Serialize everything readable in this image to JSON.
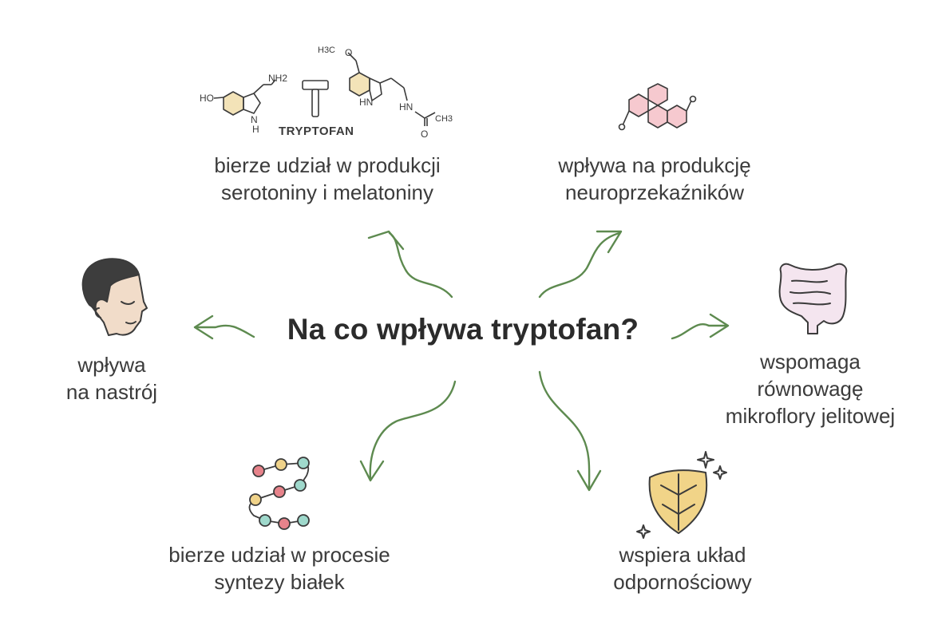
{
  "diagram": {
    "title": "Na co wpływa tryptofan?",
    "molecule_caption": "TRYPTOFAN",
    "chem_labels": {
      "ho": "HO",
      "nh2": "NH2",
      "nh_ring": "N",
      "h_ring": "H",
      "h3c": "H3C",
      "o_methoxy": "O",
      "hn_ring": "HN",
      "hn_amide": "HN",
      "ch3": "CH3",
      "o_carbonyl": "O"
    },
    "nodes": [
      {
        "id": "serotonin",
        "lines": [
          "bierze udział w produkcji",
          "serotoniny i melatoniny"
        ],
        "icon": "molecule-icon"
      },
      {
        "id": "neuro",
        "lines": [
          "wpływa na produkcję",
          "neuroprzekaźników"
        ],
        "icon": "hexagon-molecule-icon"
      },
      {
        "id": "mood",
        "lines": [
          "wpływa",
          "na nastrój"
        ],
        "icon": "face-icon"
      },
      {
        "id": "gut",
        "lines": [
          "wspomaga",
          "równowagę",
          "mikroflory jelitowej"
        ],
        "icon": "intestine-icon"
      },
      {
        "id": "protein",
        "lines": [
          "bierze udział w procesie",
          "syntezy białek"
        ],
        "icon": "protein-chain-icon"
      },
      {
        "id": "immune",
        "lines": [
          "wspiera układ",
          "odpornościowy"
        ],
        "icon": "shield-icon"
      }
    ],
    "colors": {
      "arrow": "#5d8a4f",
      "hex_fill": "#f6c9cf",
      "shield_fill": "#f1d488",
      "gut_fill": "#f4e5ef",
      "ink": "#3b3b3b"
    }
  }
}
